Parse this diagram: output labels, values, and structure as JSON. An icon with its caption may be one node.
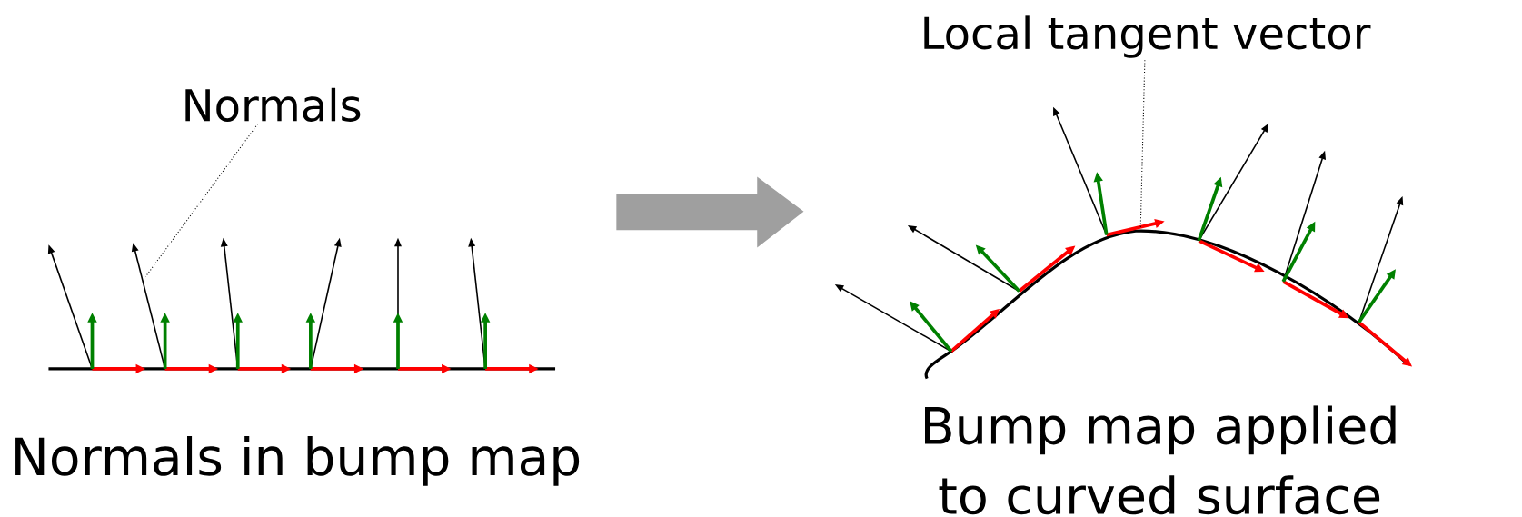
{
  "diagram": {
    "nodes": [
      {
        "text": [
          "Normals"
        ]
      },
      {
        "text": [
          "Local tangent vector"
        ]
      }
    ],
    "edges": [
      {
        "from": 0,
        "to": null,
        "arrow": "none",
        "style": "dashed"
      },
      {
        "from": 1,
        "to": null,
        "arrow": "none",
        "style": "dashed"
      }
    ],
    "labels": [
      "Normals in bump map",
      "Bump map applied to curved surface"
    ]
  }
}
